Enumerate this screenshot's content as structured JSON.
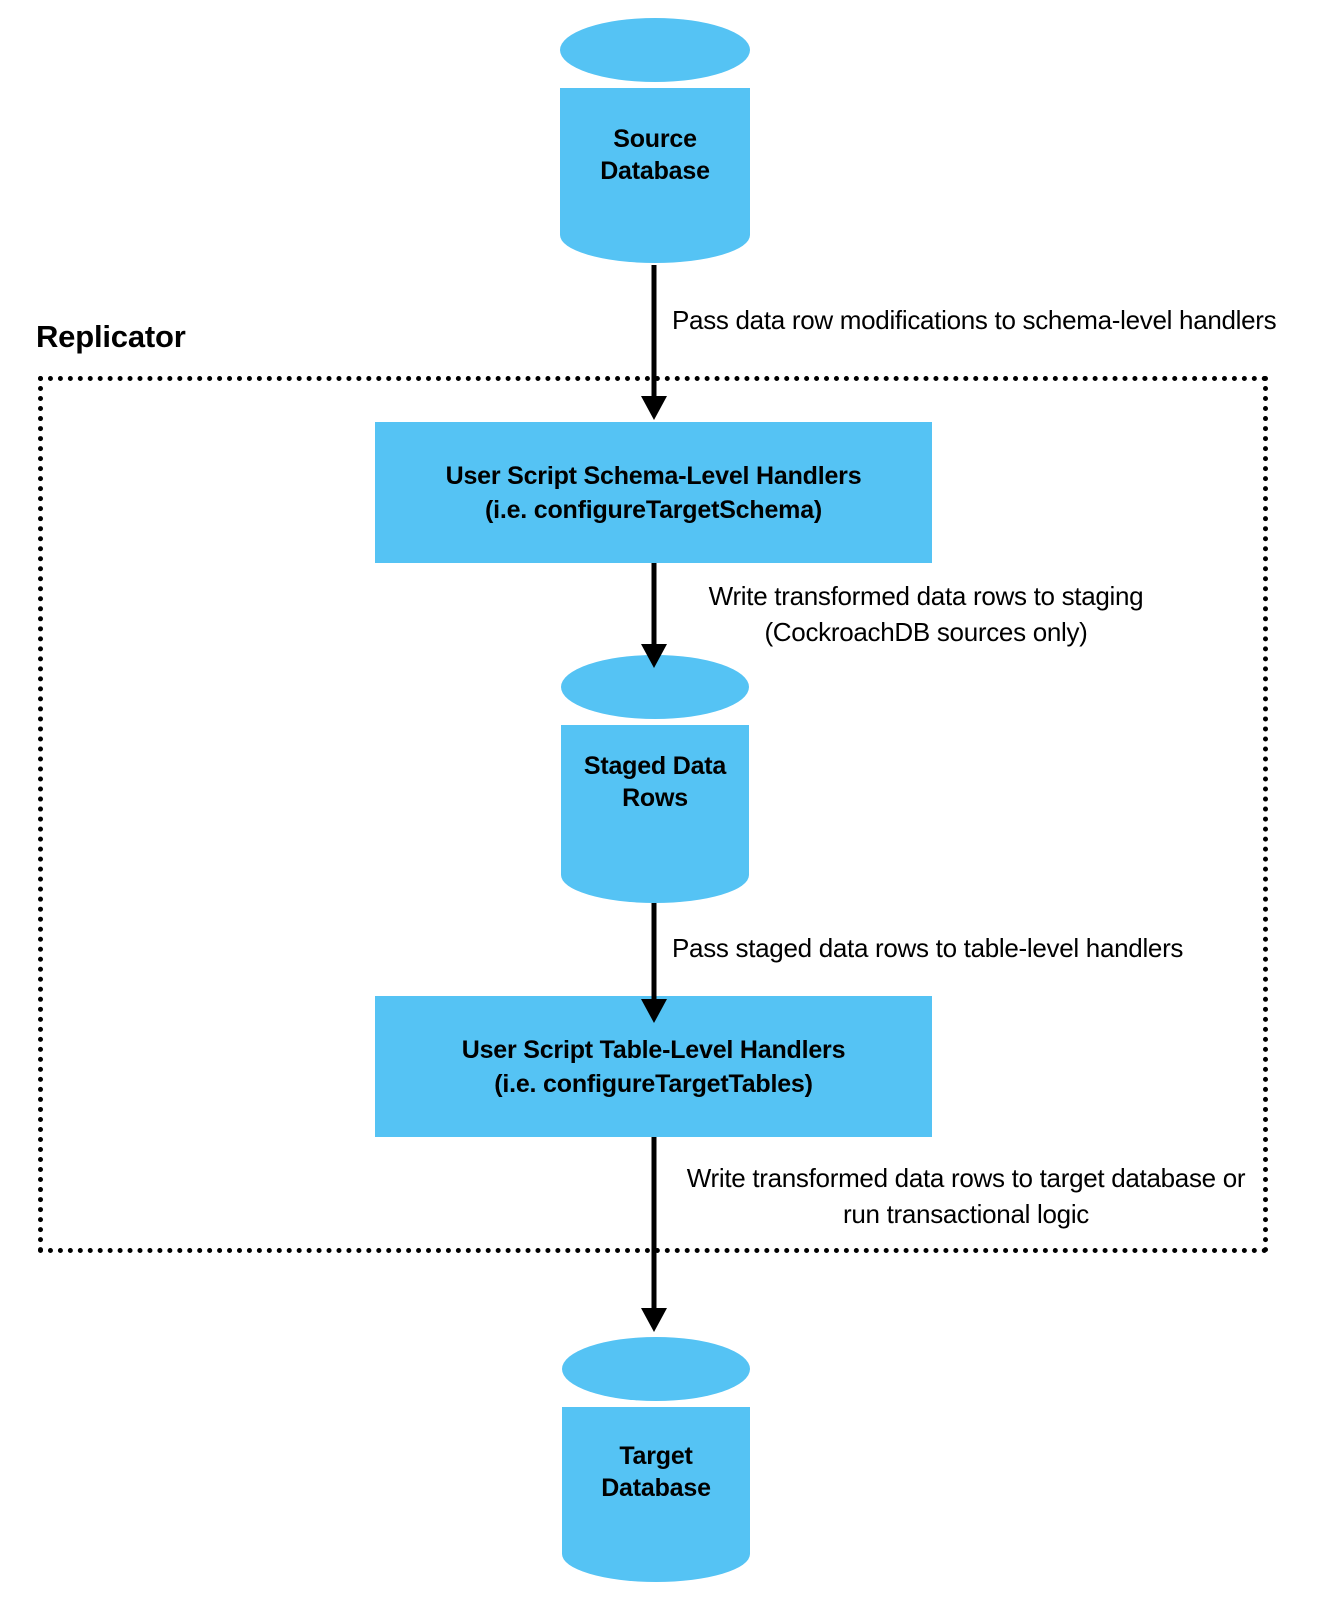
{
  "diagram": {
    "title": "Replicator data flow",
    "colors": {
      "node_fill": "#55c3f4",
      "stroke": "#000000",
      "background": "#ffffff"
    },
    "group": {
      "label": "Replicator",
      "border_style": "dotted"
    },
    "nodes": {
      "source_database": {
        "shape": "cylinder",
        "label": "Source\nDatabase"
      },
      "schema_handlers": {
        "shape": "rectangle",
        "label": "User Script Schema-Level Handlers\n(i.e. configureTargetSchema)"
      },
      "staged_rows": {
        "shape": "cylinder",
        "label": "Staged Data\nRows"
      },
      "table_handlers": {
        "shape": "rectangle",
        "label": "User Script Table-Level Handlers\n(i.e. configureTargetTables)"
      },
      "target_database": {
        "shape": "cylinder",
        "label": "Target\nDatabase"
      }
    },
    "edges": {
      "source_to_schema": {
        "label": "Pass data row modifications to schema-level handlers",
        "from": "source_database",
        "to": "schema_handlers"
      },
      "schema_to_staged": {
        "label": "Write transformed data rows to staging\n(CockroachDB sources only)",
        "from": "schema_handlers",
        "to": "staged_rows"
      },
      "staged_to_table": {
        "label": "Pass staged data rows to table-level handlers",
        "from": "staged_rows",
        "to": "table_handlers"
      },
      "table_to_target": {
        "label": "Write transformed data rows to target database or\nrun transactional logic",
        "from": "table_handlers",
        "to": "target_database"
      }
    }
  }
}
